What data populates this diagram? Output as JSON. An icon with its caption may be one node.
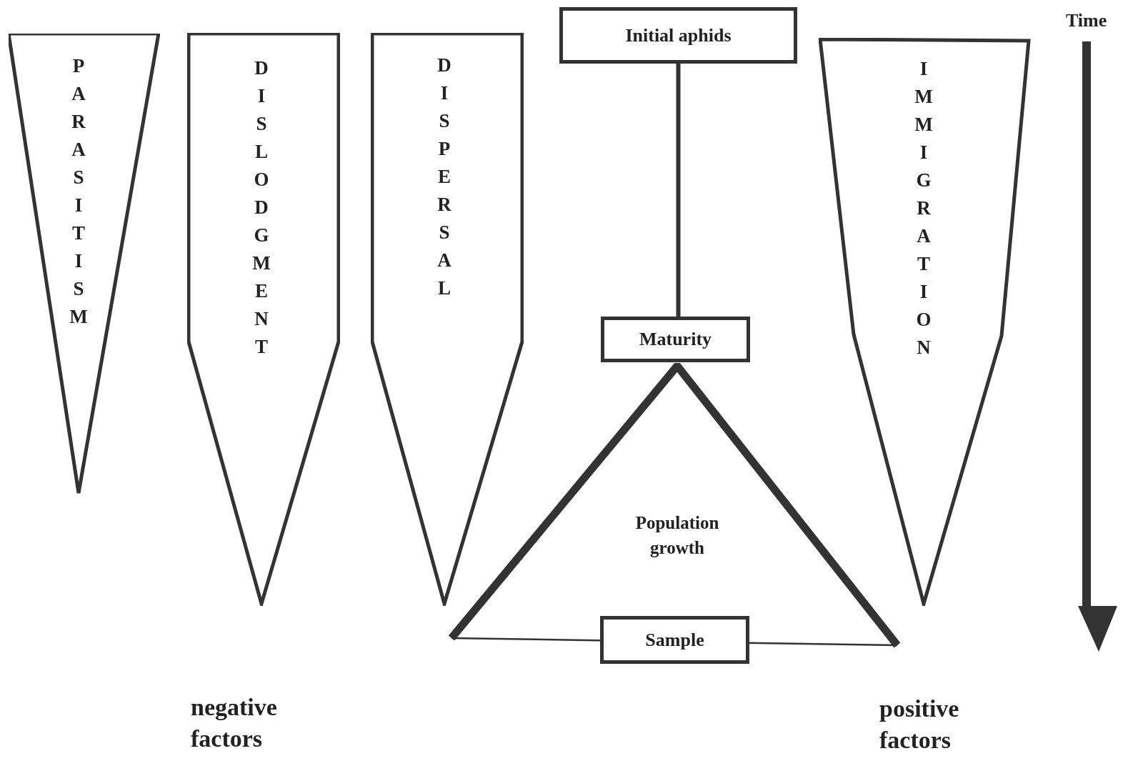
{
  "diagram": {
    "nodes": [
      {
        "text": [
          "PARASITISM"
        ]
      },
      {
        "text": [
          "DISLODGMENT"
        ]
      },
      {
        "text": [
          "DISPERSAL"
        ]
      },
      {
        "text": [
          "Initial aphids"
        ]
      },
      {
        "text": [
          "Maturity"
        ]
      },
      {
        "text": [
          "Population growth"
        ]
      },
      {
        "text": [
          "Sample"
        ]
      },
      {
        "text": [
          "IMMIGRATION"
        ]
      }
    ],
    "edges": [
      {
        "from": 3,
        "to": 4,
        "arrow": "none"
      }
    ],
    "labels": [
      "Time",
      "negative factors",
      "positive factors"
    ]
  }
}
